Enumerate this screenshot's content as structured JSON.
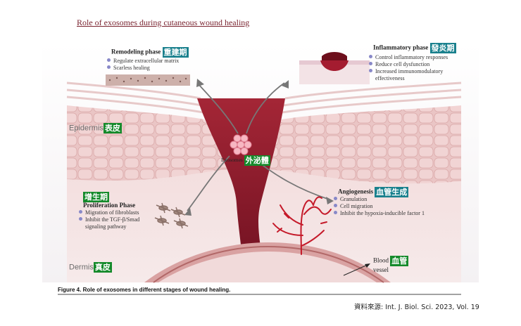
{
  "title": "Role of exosomes during cutaneous wound healing",
  "remodeling": {
    "label": "Remodeling phase",
    "badge": "重建期",
    "items": [
      "Regulate extracellular matrix",
      "Scarless healing"
    ]
  },
  "inflammatory": {
    "label": "Inflammatory phase",
    "badge": "發炎期",
    "items": [
      "Control inflammatory responses",
      "Reduce cell dysfunction",
      "Increased immunomodulatory",
      "effectiveness"
    ]
  },
  "proliferation": {
    "badge": "增生期",
    "label": "Proliferation Phase",
    "items": [
      "Migration of fibroblasts",
      "Inhibit the TGF-β/Smad",
      "signaling pathway"
    ]
  },
  "angiogenesis": {
    "label": "Angiogenesis",
    "badge": "血管生成",
    "items": [
      "Granulation",
      "Cell migration",
      "Inhibit the hypoxia-inducible factor 1"
    ]
  },
  "exosomes": {
    "label": "Exosomes",
    "badge": "外泌體"
  },
  "epidermis": {
    "label": "Epidermis",
    "badge": "表皮"
  },
  "dermis": {
    "label": "Dermis",
    "badge": "真皮"
  },
  "vessel": {
    "line1": "Blood",
    "line2": "vessel",
    "badge": "血管"
  },
  "caption": "Figure 4. Role of exosomes in different stages of wound healing.",
  "source": "資料來源: Int. J. Biol. Sci. 2023, Vol. 19",
  "colors": {
    "badge_teal": "#19808d",
    "badge_green": "#158a2b",
    "wound": "#8c1c2c",
    "skin": "#ecc8c8",
    "title": "#7a2430"
  }
}
